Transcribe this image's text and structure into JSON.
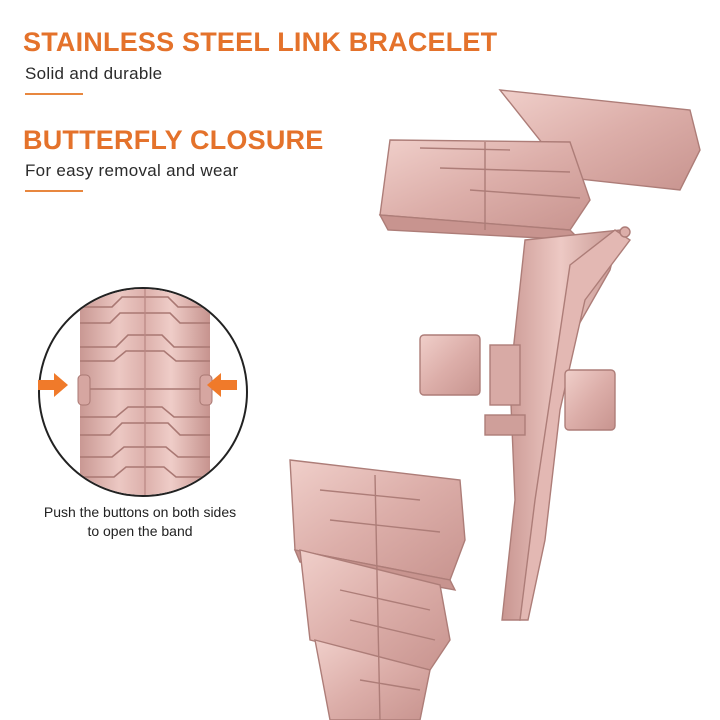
{
  "features": [
    {
      "title": "STAINLESS STEEL LINK BRACELET",
      "subtitle": "Solid and durable"
    },
    {
      "title": "BUTTERFLY CLOSURE",
      "subtitle": "For easy removal and wear"
    }
  ],
  "detail": {
    "caption_line1": "Push the buttons on both sides",
    "caption_line2": "to open the band"
  },
  "colors": {
    "accent": "#e4722b",
    "metal_light": "#ecc7c2",
    "metal_mid": "#d9a9a4",
    "metal_dark": "#b98783"
  }
}
